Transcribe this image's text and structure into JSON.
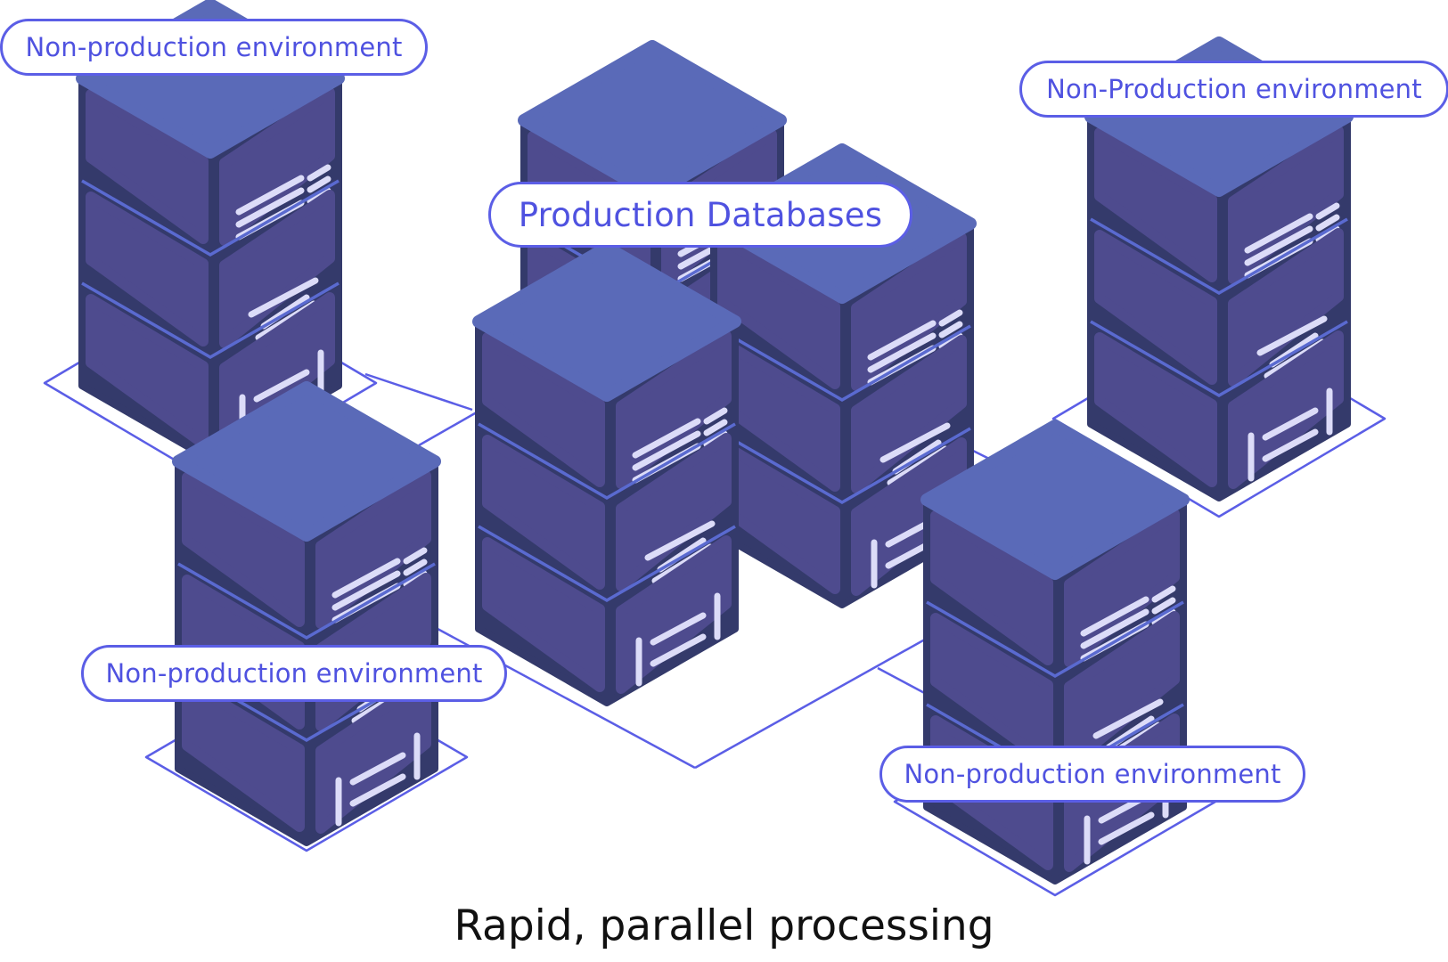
{
  "diagram": {
    "title": "Rapid, parallel processing",
    "labels": {
      "top_left": "Non-production environment",
      "top_right": "Non-Production environment",
      "center": "Production Databases",
      "bottom_left": "Non-production environment",
      "bottom_right": "Non-production environment"
    },
    "nodes": [
      {
        "id": "server-top-left",
        "group": "non-production",
        "units": 3
      },
      {
        "id": "server-top-right",
        "group": "non-production",
        "units": 3
      },
      {
        "id": "server-bottom-left",
        "group": "non-production",
        "units": 3
      },
      {
        "id": "server-bottom-right",
        "group": "non-production",
        "units": 3
      },
      {
        "id": "server-prod-back",
        "group": "production",
        "units": 3
      },
      {
        "id": "server-prod-right",
        "group": "production",
        "units": 3
      },
      {
        "id": "server-prod-front",
        "group": "production",
        "units": 3
      }
    ],
    "colors": {
      "accent": "#5b5ee6",
      "server_top": "#5a6ab8",
      "server_body": "#343a6b",
      "server_panel": "#4e4b8e",
      "server_glyph": "#dcdcf8",
      "unit_seam": "#5a6ad0",
      "caption": "#111111"
    }
  }
}
